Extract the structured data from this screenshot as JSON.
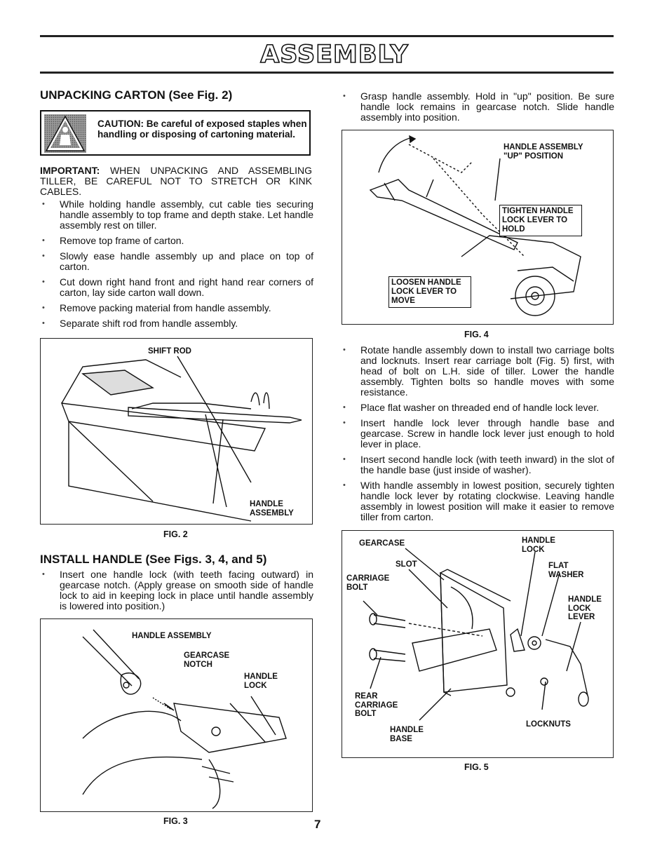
{
  "page_title": "ASSEMBLY",
  "page_number": "7",
  "unpacking": {
    "heading": "UNPACKING CARTON (See Fig. 2)",
    "caution": "CAUTION: Be careful of exposed staples when handling or disposing of cartoning material.",
    "important_label": "IMPORTANT:",
    "important_text": "WHEN UNPACKING AND ASSEMBLING TILLER, BE CAREFUL NOT TO STRETCH OR KINK CABLES.",
    "steps": [
      "While holding handle assembly, cut cable ties securing handle assembly to top frame and depth stake. Let handle assembly rest on tiller.",
      "Remove top frame of carton.",
      "Slowly ease handle assembly up and place on top of carton.",
      "Cut down right hand front and right hand rear corners of carton, lay side carton wall down.",
      "Remove packing material from handle assembly.",
      "Separate shift rod from handle assembly."
    ]
  },
  "fig2": {
    "shift_rod": "SHIFT ROD",
    "handle_assembly": "HANDLE ASSEMBLY",
    "caption": "FIG. 2"
  },
  "install": {
    "heading": "INSTALL HANDLE (See Figs. 3, 4, and 5)",
    "step1": "Insert one handle lock (with teeth facing outward) in gearcase notch. (Apply grease on smooth side of handle lock to aid in keeping lock in place until handle assembly is lowered into position.)"
  },
  "fig3": {
    "handle_assembly": "HANDLE ASSEMBLY",
    "gearcase_notch": "GEARCASE NOTCH",
    "handle_lock": "HANDLE LOCK",
    "caption": "FIG. 3"
  },
  "right_top_step": "Grasp handle assembly. Hold in \"up\" position. Be sure handle lock remains in gearcase notch. Slide handle assembly into position.",
  "fig4": {
    "up_position": "HANDLE ASSEMBLY \"UP\" POSITION",
    "tighten": "TIGHTEN HANDLE LOCK LEVER TO HOLD",
    "loosen": "LOOSEN HANDLE LOCK LEVER TO MOVE",
    "caption": "FIG. 4"
  },
  "right_steps": [
    "Rotate handle assembly down to install two carriage bolts and locknuts. Insert rear carriage bolt (Fig. 5) first, with head of bolt on L.H. side of tiller. Lower the handle assembly. Tighten bolts so handle moves with some resistance.",
    "Place flat washer on threaded end of handle lock lever.",
    "Insert handle lock lever through handle base and gearcase. Screw in handle lock lever just enough to hold lever in place.",
    "Insert second handle lock (with teeth inward) in the slot of the handle base (just inside of washer).",
    "With handle assembly in lowest position, securely tighten handle lock lever by rotating clockwise. Leaving handle assembly in lowest position will make it easier to remove tiller from carton."
  ],
  "fig5": {
    "gearcase": "GEARCASE",
    "handle_lock": "HANDLE LOCK",
    "slot": "SLOT",
    "flat_washer": "FLAT WASHER",
    "carriage_bolt": "CARRIAGE BOLT",
    "handle_lock_lever": "HANDLE LOCK LEVER",
    "rear_carriage_bolt": "REAR CARRIAGE BOLT",
    "handle_base": "HANDLE BASE",
    "locknuts": "LOCKNUTS",
    "caption": "FIG. 5"
  }
}
